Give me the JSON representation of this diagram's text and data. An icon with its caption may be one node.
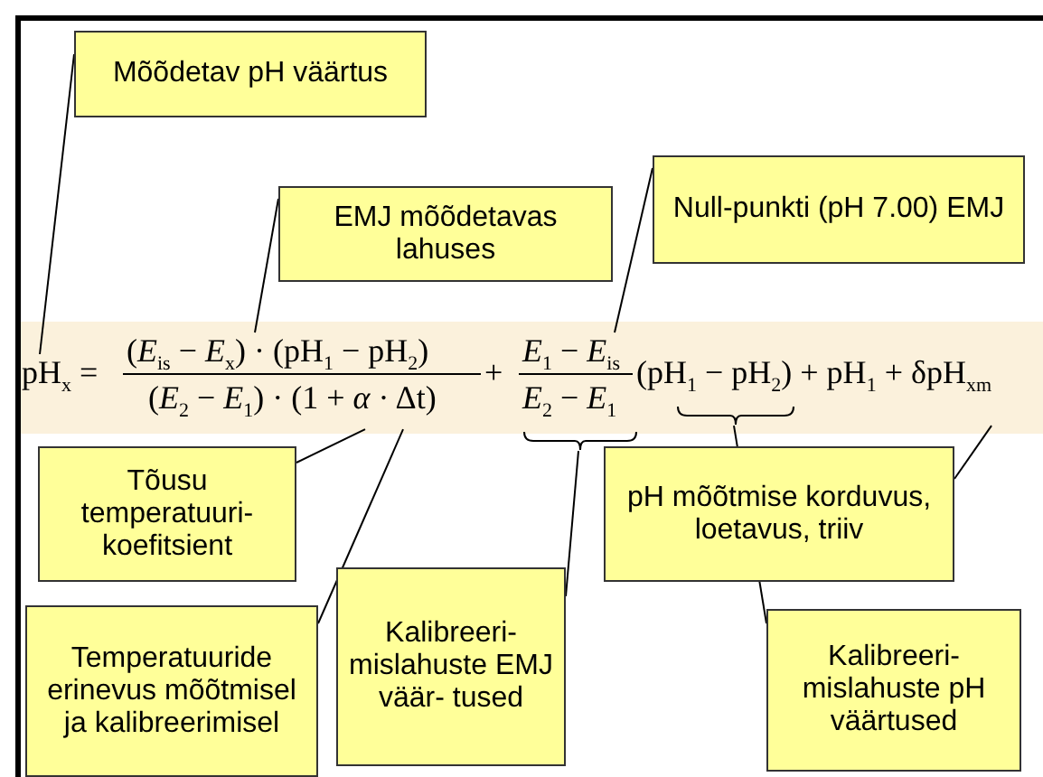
{
  "diagram": {
    "nodes": [
      {
        "text": [
          "Mõõdetav pH väärtus"
        ]
      },
      {
        "text": [
          "EMJ mõõdetavas lahuses"
        ]
      },
      {
        "text": [
          "Null-punkti (pH 7.00) EMJ"
        ]
      },
      {
        "text": [
          "pH$_{x}$ ="
        ]
      },
      {
        "text": [
          "(*E*$_{is}$ − *E*$_{x}$) · (pH$_{1}$ − pH$_{2}$)"
        ]
      },
      {
        "text": [
          "(*E*$_{2}$ − *E*$_{1}$) · (1 + *α* · Δt)"
        ]
      },
      {
        "text": [
          "*E*$_{1}$ − *E*$_{is}$"
        ]
      },
      {
        "text": [
          "*E*$_{2}$ − *E*$_{1}$"
        ]
      },
      {
        "text": [
          "(pH$_{1}$ − pH$_{2}$) + pH$_{1}$ + δpH$_{xm}$"
        ]
      },
      {
        "text": [
          "Tõusu temperatuuri- koefitsient"
        ]
      },
      {
        "text": [
          "pH mõõtmise korduvus, loetavus, triiv"
        ]
      },
      {
        "text": [
          "Temperatuuride erinevus mõõtmisel ja kalibreerimisel"
        ]
      },
      {
        "text": [
          "Kalibreeri- mislahuste EMJ väär- tused"
        ]
      },
      {
        "text": [
          "Kalibreeri- mislahuste pH väärtused"
        ]
      }
    ],
    "edges": [
      {
        "from": 0,
        "to": 3,
        "arrow": "none"
      },
      {
        "from": 1,
        "to": 4,
        "arrow": "none"
      },
      {
        "from": 2,
        "to": 6,
        "arrow": "none"
      },
      {
        "from": 9,
        "to": 5,
        "arrow": "none"
      },
      {
        "from": 11,
        "to": 5,
        "arrow": "none"
      },
      {
        "from": 12,
        "to": 7,
        "arrow": "none"
      },
      {
        "from": 10,
        "to": 8,
        "arrow": "none"
      },
      {
        "from": 13,
        "to": 8,
        "arrow": "none"
      }
    ],
    "labels": [
      "+"
    ]
  }
}
